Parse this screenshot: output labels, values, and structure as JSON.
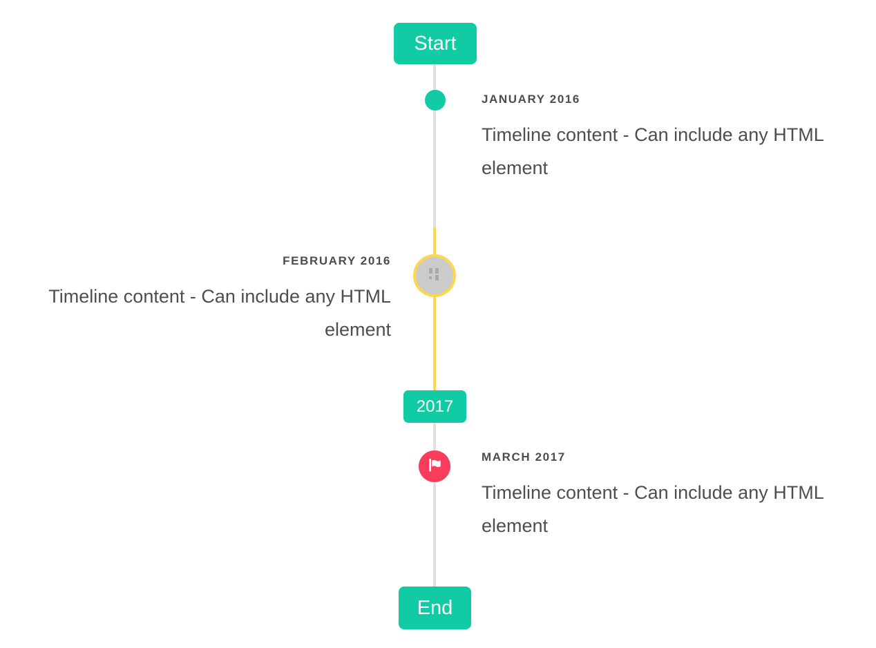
{
  "timeline": {
    "start_label": "Start",
    "end_label": "End",
    "year_badge": "2017",
    "events": [
      {
        "date": "JANUARY 2016",
        "content": "Timeline content - Can include any HTML element",
        "side": "right",
        "marker": "teal-dot"
      },
      {
        "date": "FEBRUARY 2016",
        "content": "Timeline content - Can include any HTML element",
        "side": "left",
        "marker": "gray-circle-broken-image"
      },
      {
        "date": "MARCH 2017",
        "content": "Timeline content - Can include any HTML element",
        "side": "right",
        "marker": "red-flag"
      }
    ],
    "icons": {
      "flag_marker": "flag-icon",
      "feb_marker": "broken-image-icon"
    },
    "colors": {
      "accent_teal": "#10cba4",
      "highlight_yellow": "#fdd84d",
      "line_gray": "#e0e0e0",
      "marker_gray": "#cbcbcb",
      "flag_red": "#f83d5c",
      "heading_text": "#4c4c4c",
      "body_text": "#4e4e4e",
      "badge_text": "#ffffff"
    }
  }
}
